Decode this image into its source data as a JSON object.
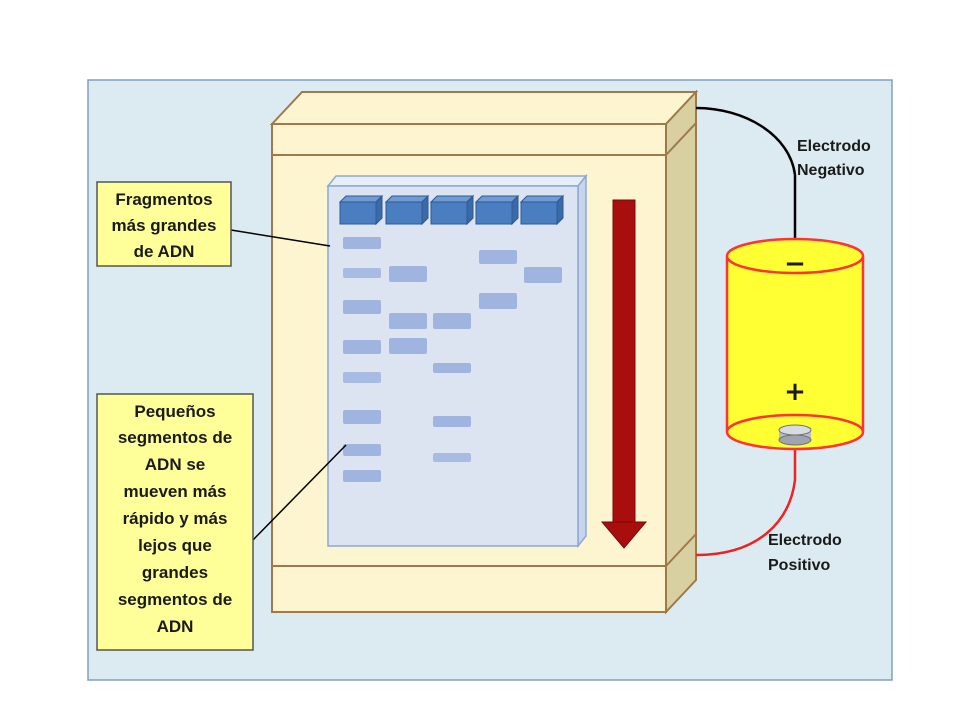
{
  "callouts": {
    "large_fragments": [
      "Fragmentos",
      "más grandes",
      "de ADN"
    ],
    "small_segments": [
      "Pequeños",
      "segmentos de",
      "ADN se",
      "mueven más",
      "rápido y más",
      "lejos que",
      "grandes",
      "segmentos de",
      "ADN"
    ]
  },
  "electrodes": {
    "negative": [
      "Electrodo",
      "Negativo"
    ],
    "positive": [
      "Electrodo",
      "Positivo"
    ]
  },
  "battery": {
    "negative_sign": "−",
    "positive_sign": "+"
  },
  "colors": {
    "background_panel": "#dcebf1",
    "tank": "#fdf5d0",
    "gel": "#dce4f2",
    "well": "#4a7ec0",
    "band": "#9fb5e0",
    "arrow": "#a80e0e",
    "battery_yellow": "#ffff33",
    "battery_red": "#ff3333",
    "negative_wire": "#000000",
    "positive_wire": "#ee2222",
    "callout_fill": "#ffff99"
  }
}
